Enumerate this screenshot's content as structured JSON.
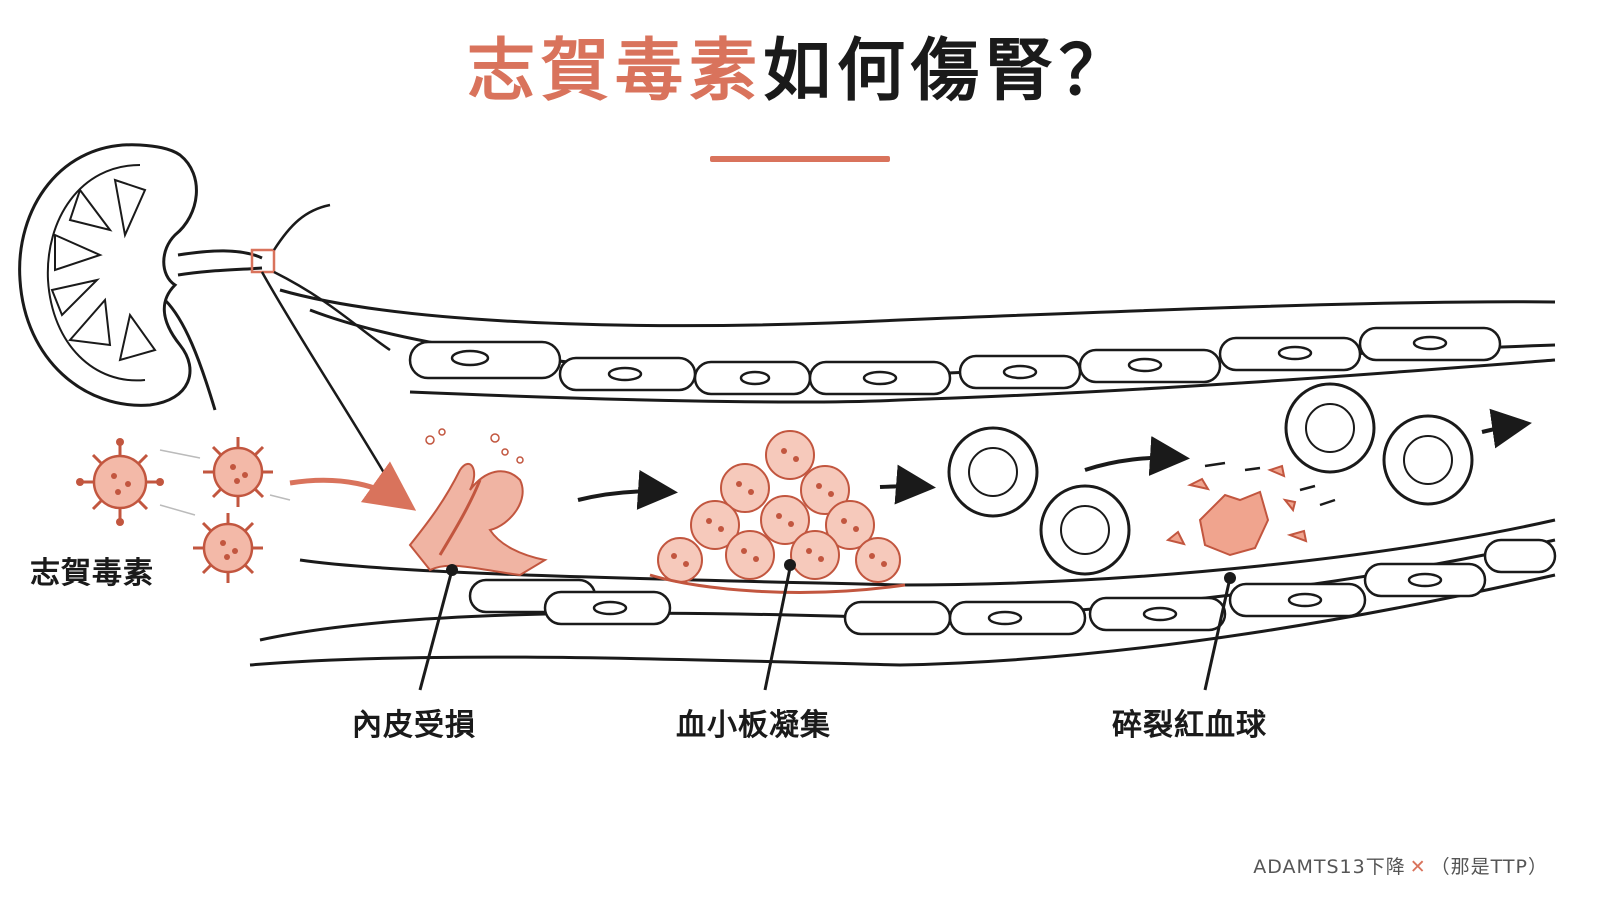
{
  "title": {
    "accent": "志賀毒素",
    "rest": "如何傷腎？"
  },
  "labels": {
    "toxin": "志賀毒素",
    "endothelial_damage": "內皮受損",
    "platelet_aggregation": "血小板凝集",
    "fragmented_rbc": "碎裂紅血球"
  },
  "footnote": {
    "prefix": "ADAMTS13下降",
    "mark": "✕",
    "suffix": "（那是TTP）"
  },
  "colors": {
    "accent": "#d9735c",
    "ink": "#1a1a1a",
    "cell_fill": "#f6d3c8"
  },
  "icons": [
    "kidney-icon",
    "toxin-particle-icon",
    "platelet-icon",
    "red-blood-cell-icon",
    "arrow-icon"
  ]
}
